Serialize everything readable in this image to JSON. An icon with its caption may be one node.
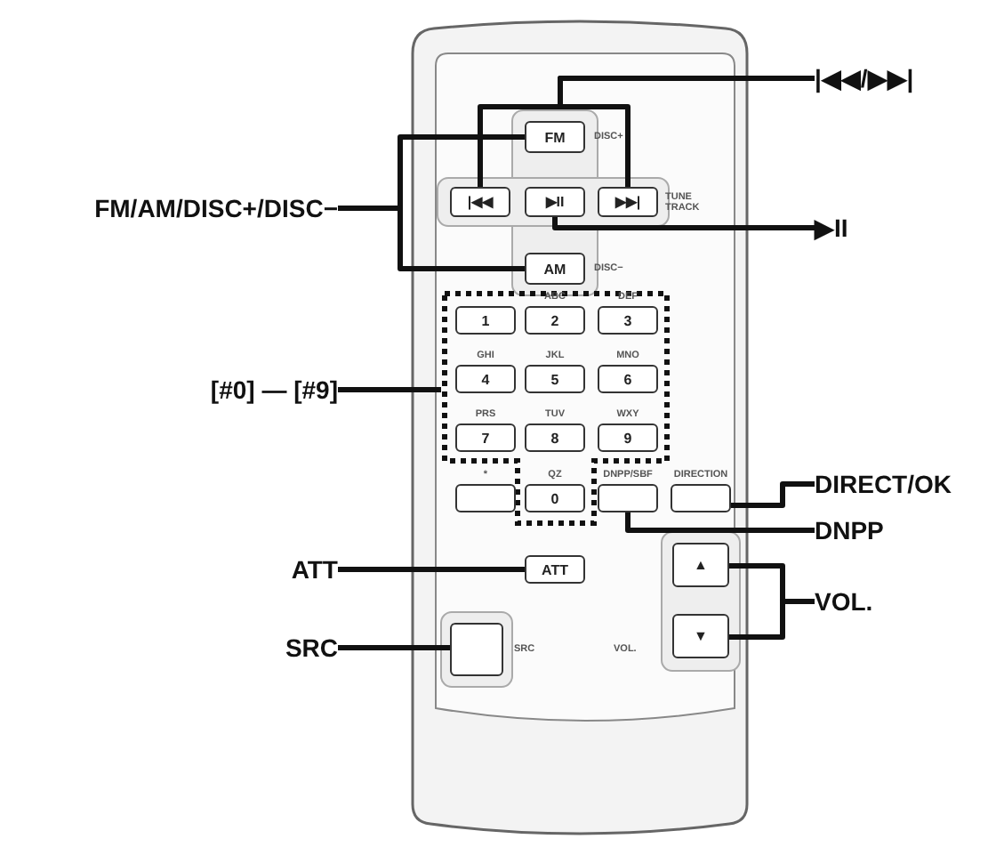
{
  "diagram": {
    "nodes": [
      {
        "text": [
          "|◀◀/▶▶|"
        ]
      },
      {
        "text": [
          "FM/AM/DISC+/DISC−"
        ]
      },
      {
        "text": [
          "▶II"
        ]
      },
      {
        "text": [
          "[#0] — [#9]"
        ]
      },
      {
        "text": [
          "DIRECT/OK"
        ]
      },
      {
        "text": [
          "DNPP"
        ]
      },
      {
        "text": [
          "ATT"
        ]
      },
      {
        "text": [
          "VOL."
        ]
      },
      {
        "text": [
          "SRC"
        ]
      },
      {
        "text": [
          "FM"
        ],
        "beside": [
          "DISC+"
        ]
      },
      {
        "text": [
          "|◀◀"
        ]
      },
      {
        "text": [
          "▶II"
        ]
      },
      {
        "text": [
          "▶▶|"
        ],
        "beside": [
          "TUNE TRACK"
        ]
      },
      {
        "text": [
          "AM"
        ],
        "beside": [
          "DISC−"
        ]
      },
      {
        "text": [],
        "shape": "box"
      },
      {
        "text": [
          "1"
        ],
        "in": 14
      },
      {
        "text": [
          "2"
        ],
        "in": 14,
        "beside": [
          "ABC"
        ]
      },
      {
        "text": [
          "3"
        ],
        "in": 14,
        "beside": [
          "DEF"
        ]
      },
      {
        "text": [
          "4"
        ],
        "in": 14,
        "beside": [
          "GHI"
        ]
      },
      {
        "text": [
          "5"
        ],
        "in": 14,
        "beside": [
          "JKL"
        ]
      },
      {
        "text": [
          "6"
        ],
        "in": 14,
        "beside": [
          "MNO"
        ]
      },
      {
        "text": [
          "7"
        ],
        "in": 14,
        "beside": [
          "PRS"
        ]
      },
      {
        "text": [
          "8"
        ],
        "in": 14,
        "beside": [
          "TUV"
        ]
      },
      {
        "text": [
          "9"
        ],
        "in": 14,
        "beside": [
          "WXY"
        ]
      },
      {
        "text": [],
        "shape": "box",
        "beside": [
          "*"
        ]
      },
      {
        "text": [
          "0"
        ],
        "in": 14,
        "beside": [
          "QZ"
        ]
      },
      {
        "text": [],
        "shape": "box",
        "beside": [
          "DNPP/SBF"
        ]
      },
      {
        "text": [],
        "shape": "box",
        "beside": [
          "DIRECTION"
        ]
      },
      {
        "text": [
          "ATT"
        ]
      },
      {
        "text": [
          "▲"
        ]
      },
      {
        "text": [],
        "shape": "box",
        "beside": [
          "SRC"
        ]
      },
      {
        "text": [
          "▼"
        ]
      }
    ],
    "edges": [
      {
        "from": 0,
        "to": 10,
        "arrow": "none"
      },
      {
        "from": 0,
        "to": 12,
        "arrow": "none"
      },
      {
        "from": 1,
        "to": 9,
        "arrow": "none"
      },
      {
        "from": 1,
        "to": 13,
        "arrow": "none"
      },
      {
        "from": 2,
        "to": 11,
        "arrow": "none"
      },
      {
        "from": 3,
        "to": 14,
        "arrow": "none"
      },
      {
        "from": 4,
        "to": 27,
        "arrow": "none"
      },
      {
        "from": 5,
        "to": 26,
        "arrow": "none"
      },
      {
        "from": 6,
        "to": 28,
        "arrow": "none"
      },
      {
        "from": 7,
        "to": 29,
        "arrow": "none"
      },
      {
        "from": 7,
        "to": 31,
        "arrow": "none"
      },
      {
        "from": 8,
        "to": 30,
        "arrow": "none"
      }
    ],
    "labels": [
      "VOL."
    ]
  }
}
